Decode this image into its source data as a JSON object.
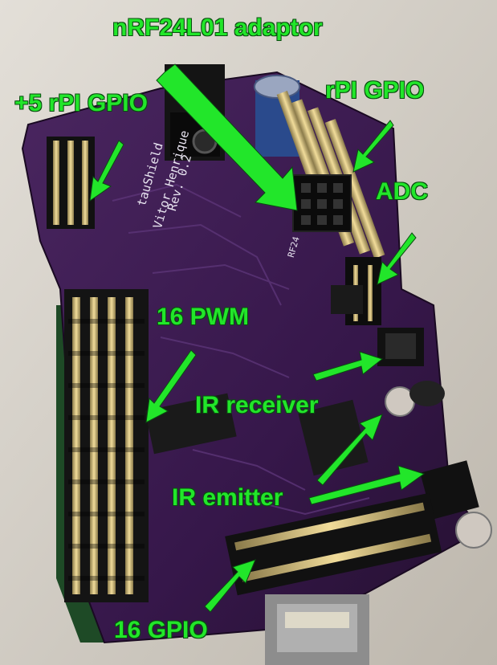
{
  "annotations": {
    "nrf_adaptor": "nRF24L01 adaptor",
    "rpi_gpio_5v": "+5 rPI GPIO",
    "rpi_gpio": "rPI GPIO",
    "adc": "ADC",
    "pwm16": "16 PWM",
    "ir_receiver": "IR receiver",
    "ir_emitter": "IR emitter",
    "gpio16": "16 GPIO"
  },
  "board": {
    "name": "tauShield",
    "author": "Vitor Henrique",
    "revision": "Rev. 0.2",
    "rf_label": "RF24"
  },
  "colors": {
    "annotation": "#22e62a",
    "pcb": "#3a1a4a",
    "countertop": "#d9d4cc"
  }
}
